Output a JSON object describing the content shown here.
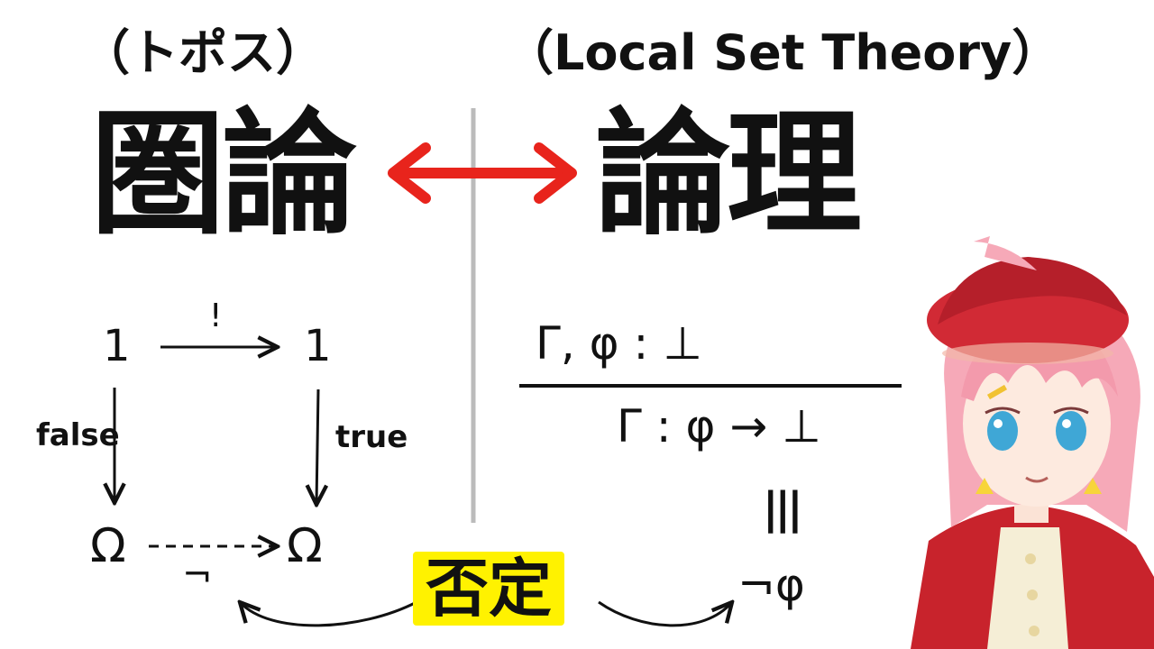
{
  "left": {
    "subtitle": "（トポス）",
    "heading": "圏論",
    "diagram": {
      "top_left": "1",
      "top_right": "1",
      "top_arrow_label": "!",
      "left_arrow_label": "false",
      "right_arrow_label": "true",
      "bottom_left": "Ω",
      "bottom_right": "Ω",
      "bottom_arrow_label": "¬"
    }
  },
  "right": {
    "subtitle": "（Local Set Theory）",
    "heading": "論理",
    "rule": {
      "premise": "Γ, φ : ⊥",
      "conclusion": "Γ : φ → ⊥",
      "equiv": "|||",
      "result": "¬φ"
    }
  },
  "center": {
    "badge": "否定"
  },
  "colors": {
    "arrow": "#e8241c",
    "badge_bg": "#fff200",
    "divider": "#bbbbbb"
  }
}
